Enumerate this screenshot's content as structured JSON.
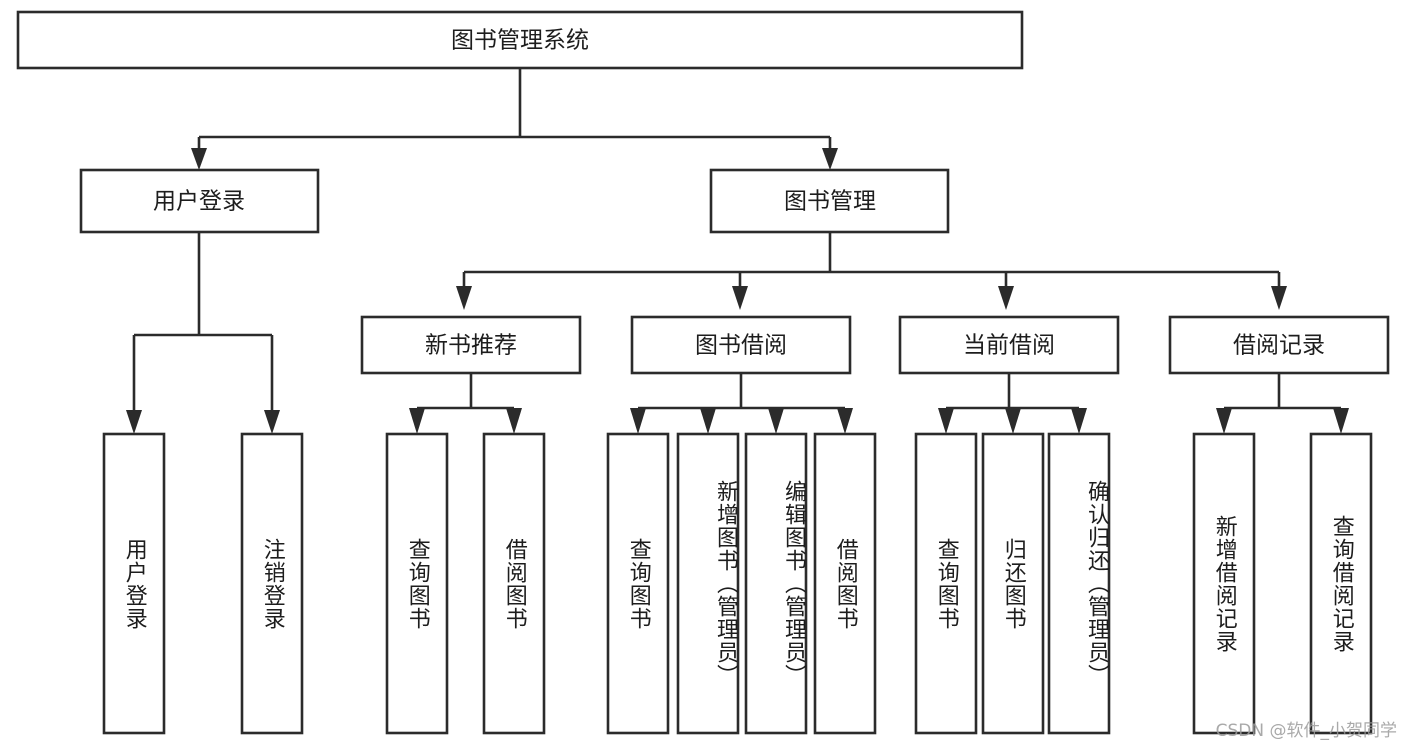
{
  "diagram": {
    "type": "tree-hierarchy",
    "title": "图书管理系统",
    "watermark": "CSDN @软件_小贺同学",
    "levels": [
      {
        "level": 0,
        "nodes": [
          {
            "id": "root",
            "label": "图书管理系统",
            "orientation": "horizontal"
          }
        ]
      },
      {
        "level": 1,
        "nodes": [
          {
            "id": "user-login",
            "label": "用户登录",
            "orientation": "horizontal",
            "parent": "root"
          },
          {
            "id": "book-manage",
            "label": "图书管理",
            "orientation": "horizontal",
            "parent": "root"
          }
        ]
      },
      {
        "level": 2,
        "nodes": [
          {
            "id": "new-book-rec",
            "label": "新书推荐",
            "orientation": "horizontal",
            "parent": "book-manage"
          },
          {
            "id": "book-borrow",
            "label": "图书借阅",
            "orientation": "horizontal",
            "parent": "book-manage"
          },
          {
            "id": "current-borrow",
            "label": "当前借阅",
            "orientation": "horizontal",
            "parent": "book-manage"
          },
          {
            "id": "borrow-record",
            "label": "借阅记录",
            "orientation": "horizontal",
            "parent": "book-manage"
          }
        ]
      },
      {
        "level": 3,
        "nodes": [
          {
            "id": "leaf-user-login",
            "label": "用户登录",
            "orientation": "vertical",
            "parent": "user-login"
          },
          {
            "id": "leaf-user-logout",
            "label": "注销登录",
            "orientation": "vertical",
            "parent": "user-login"
          },
          {
            "id": "leaf-rec-query",
            "label": "查询图书",
            "orientation": "vertical",
            "parent": "new-book-rec"
          },
          {
            "id": "leaf-rec-borrow",
            "label": "借阅图书",
            "orientation": "vertical",
            "parent": "new-book-rec"
          },
          {
            "id": "leaf-borrow-query",
            "label": "查询图书",
            "orientation": "vertical",
            "parent": "book-borrow"
          },
          {
            "id": "leaf-borrow-add",
            "label": "新增图书（管理员）",
            "orientation": "vertical",
            "parent": "book-borrow"
          },
          {
            "id": "leaf-borrow-edit",
            "label": "编辑图书（管理员）",
            "orientation": "vertical",
            "parent": "book-borrow"
          },
          {
            "id": "leaf-borrow-lend",
            "label": "借阅图书",
            "orientation": "vertical",
            "parent": "book-borrow"
          },
          {
            "id": "leaf-cur-query",
            "label": "查询图书",
            "orientation": "vertical",
            "parent": "current-borrow"
          },
          {
            "id": "leaf-cur-return",
            "label": "归还图书",
            "orientation": "vertical",
            "parent": "current-borrow"
          },
          {
            "id": "leaf-cur-confirm",
            "label": "确认归还（管理员）",
            "orientation": "vertical",
            "parent": "current-borrow"
          },
          {
            "id": "leaf-rec-add",
            "label": "新增借阅记录",
            "orientation": "vertical",
            "parent": "borrow-record"
          },
          {
            "id": "leaf-rec-query2",
            "label": "查询借阅记录",
            "orientation": "vertical",
            "parent": "borrow-record"
          }
        ]
      }
    ],
    "colors": {
      "box_stroke": "#2b2b2b",
      "box_fill": "#ffffff",
      "line": "#2b2b2b",
      "text": "#1d1d1d",
      "watermark": "#9b9b9b",
      "background": "#ffffff"
    }
  }
}
